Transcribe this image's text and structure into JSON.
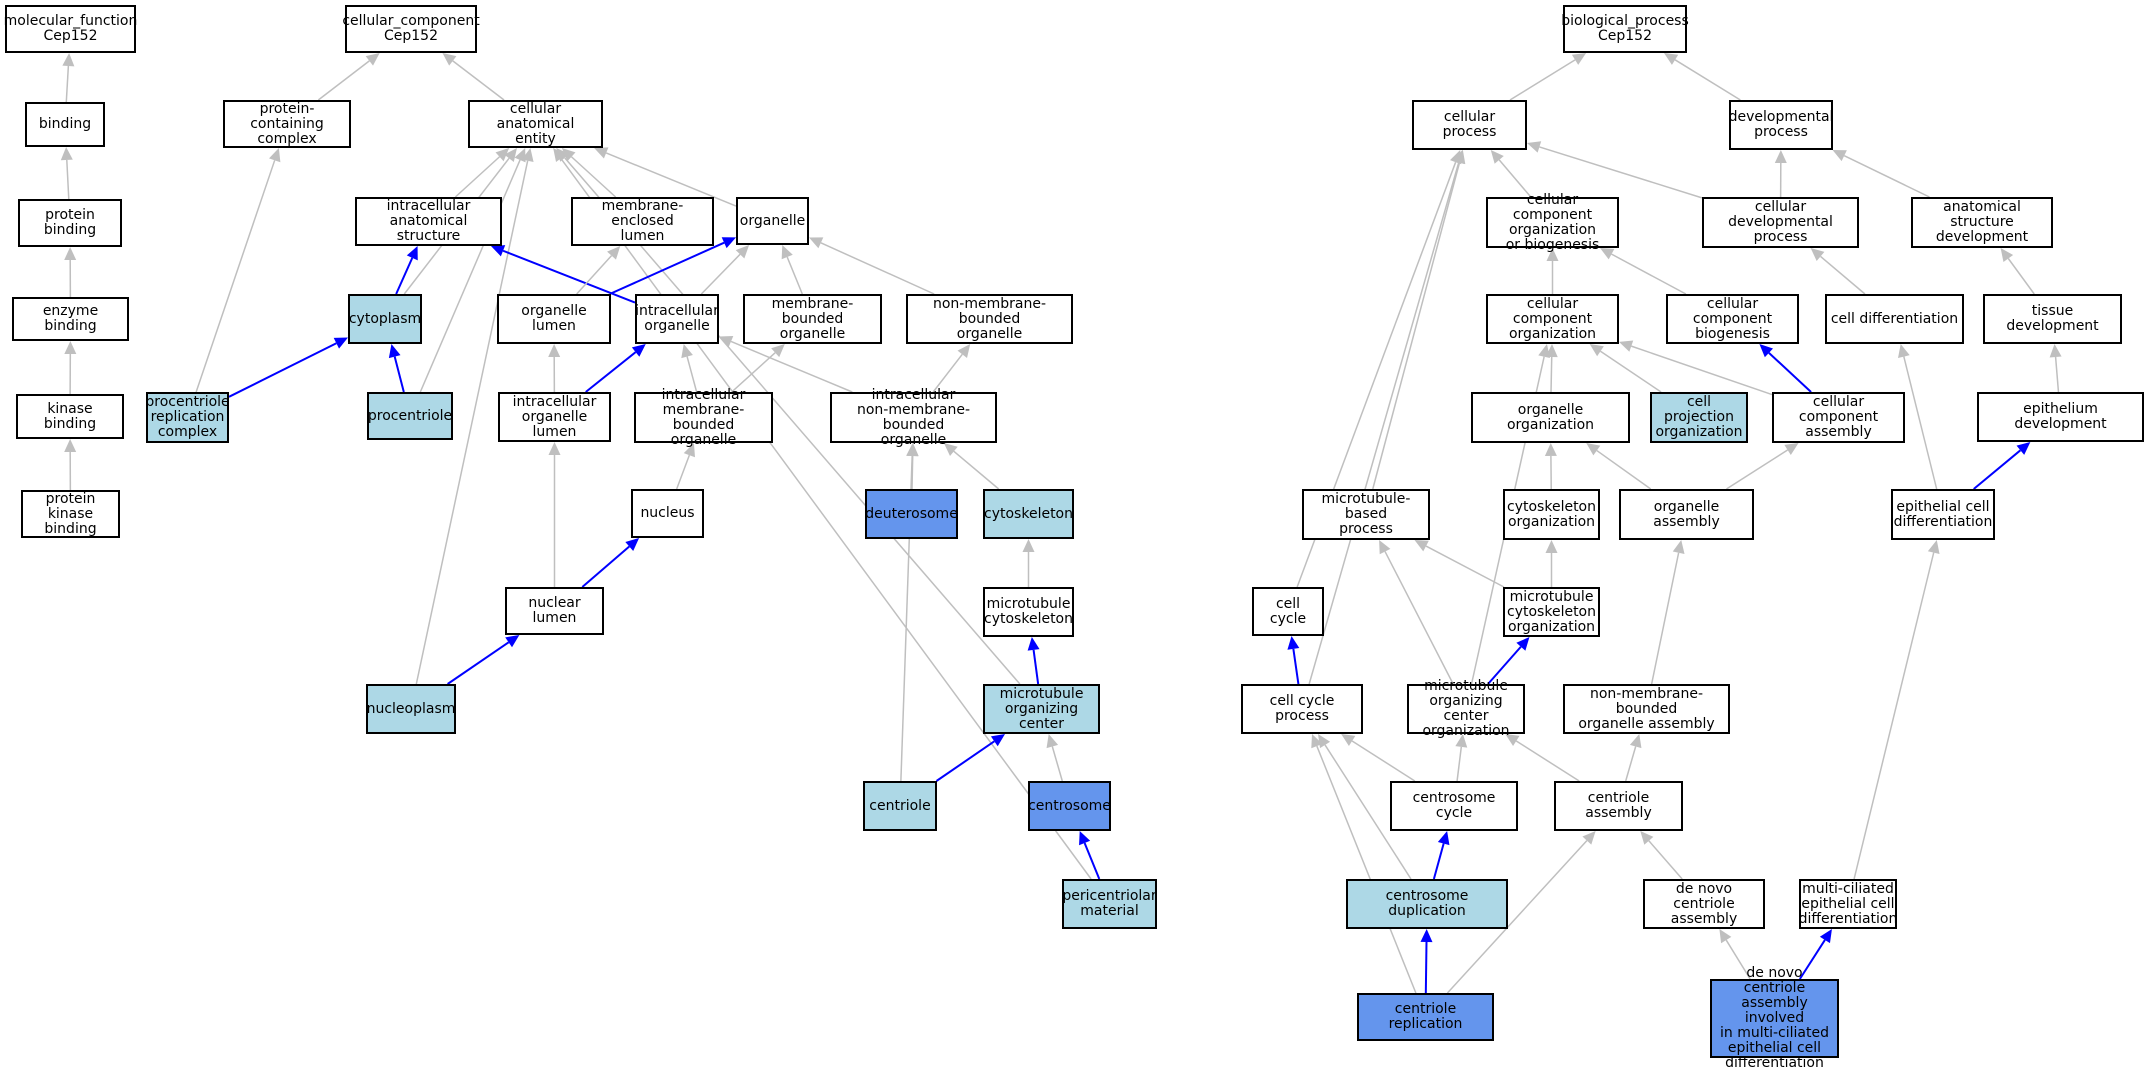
{
  "graph": {
    "colors": {
      "node_default": "#ffffff",
      "node_light": "#add8e6",
      "node_dark": "#6495ed",
      "edge_grey": "#bfbfbf",
      "edge_blue": "#0000ff"
    },
    "nodes": {
      "mf_root": {
        "label": "molecular_function\nCep152",
        "style": "plain"
      },
      "binding": {
        "label": "binding",
        "style": "plain"
      },
      "protein_binding": {
        "label": "protein binding",
        "style": "dark"
      },
      "enzyme_binding": {
        "label": "enzyme binding",
        "style": "plain"
      },
      "kinase_binding": {
        "label": "kinase binding",
        "style": "plain"
      },
      "protein_kinase_binding": {
        "label": "protein kinase\nbinding",
        "style": "light"
      },
      "cc_root": {
        "label": "cellular_component\nCep152",
        "style": "plain"
      },
      "protein_containing_complex": {
        "label": "protein-containing\ncomplex",
        "style": "plain"
      },
      "cellular_anatomical_entity": {
        "label": "cellular anatomical\nentity",
        "style": "plain"
      },
      "intracellular_anatomical_structure": {
        "label": "intracellular\nanatomical structure",
        "style": "plain"
      },
      "membrane_enclosed_lumen": {
        "label": "membrane-enclosed\nlumen",
        "style": "plain"
      },
      "organelle": {
        "label": "organelle",
        "style": "plain"
      },
      "cytoplasm": {
        "label": "cytoplasm",
        "style": "light"
      },
      "organelle_lumen": {
        "label": "organelle lumen",
        "style": "plain"
      },
      "intracellular_organelle": {
        "label": "intracellular\norganelle",
        "style": "plain"
      },
      "membrane_bounded_organelle": {
        "label": "membrane-bounded\norganelle",
        "style": "plain"
      },
      "non_membrane_bounded_organelle": {
        "label": "non-membrane-bounded\norganelle",
        "style": "plain"
      },
      "procentriole_replication_complex": {
        "label": "procentriole\nreplication\ncomplex",
        "style": "light"
      },
      "procentriole": {
        "label": "procentriole",
        "style": "light"
      },
      "intracellular_organelle_lumen": {
        "label": "intracellular\norganelle lumen",
        "style": "plain"
      },
      "intracellular_membrane_bounded_organelle": {
        "label": "intracellular\nmembrane-bounded\norganelle",
        "style": "plain"
      },
      "intracellular_non_membrane_bounded_organelle": {
        "label": "intracellular\nnon-membrane-bounded\norganelle",
        "style": "plain"
      },
      "nucleus": {
        "label": "nucleus",
        "style": "plain"
      },
      "deuterosome": {
        "label": "deuterosome",
        "style": "dark"
      },
      "cytoskeleton": {
        "label": "cytoskeleton",
        "style": "light"
      },
      "nuclear_lumen": {
        "label": "nuclear lumen",
        "style": "plain"
      },
      "microtubule_cytoskeleton": {
        "label": "microtubule\ncytoskeleton",
        "style": "plain"
      },
      "nucleoplasm": {
        "label": "nucleoplasm",
        "style": "light"
      },
      "microtubule_organizing_center": {
        "label": "microtubule\norganizing center",
        "style": "light"
      },
      "centriole": {
        "label": "centriole",
        "style": "light"
      },
      "centrosome": {
        "label": "centrosome",
        "style": "dark"
      },
      "pericentriolar_material": {
        "label": "pericentriolar\nmaterial",
        "style": "light"
      },
      "bp_root": {
        "label": "biological_process\nCep152",
        "style": "plain"
      },
      "cellular_process": {
        "label": "cellular process",
        "style": "plain"
      },
      "developmental_process": {
        "label": "developmental\nprocess",
        "style": "plain"
      },
      "cc_org_or_biogenesis": {
        "label": "cellular component\norganization\nor biogenesis",
        "style": "plain"
      },
      "cellular_developmental_process": {
        "label": "cellular developmental\nprocess",
        "style": "plain"
      },
      "anatomical_structure_development": {
        "label": "anatomical structure\ndevelopment",
        "style": "plain"
      },
      "cc_organization": {
        "label": "cellular component\norganization",
        "style": "plain"
      },
      "cc_biogenesis": {
        "label": "cellular component\nbiogenesis",
        "style": "plain"
      },
      "cell_differentiation": {
        "label": "cell differentiation",
        "style": "plain"
      },
      "tissue_development": {
        "label": "tissue development",
        "style": "plain"
      },
      "organelle_organization": {
        "label": "organelle organization",
        "style": "plain"
      },
      "cell_projection_organization": {
        "label": "cell projection\norganization",
        "style": "light"
      },
      "cc_assembly": {
        "label": "cellular component\nassembly",
        "style": "plain"
      },
      "epithelium_development": {
        "label": "epithelium development",
        "style": "plain"
      },
      "microtubule_based_process": {
        "label": "microtubule-based\nprocess",
        "style": "plain"
      },
      "cytoskeleton_organization": {
        "label": "cytoskeleton\norganization",
        "style": "plain"
      },
      "organelle_assembly": {
        "label": "organelle assembly",
        "style": "plain"
      },
      "epithelial_cell_differentiation": {
        "label": "epithelial cell\ndifferentiation",
        "style": "plain"
      },
      "cell_cycle": {
        "label": "cell cycle",
        "style": "plain"
      },
      "mt_cytoskeleton_organization": {
        "label": "microtubule\ncytoskeleton\norganization",
        "style": "plain"
      },
      "cell_cycle_process": {
        "label": "cell cycle process",
        "style": "plain"
      },
      "mtoc_organization": {
        "label": "microtubule\norganizing center\norganization",
        "style": "plain"
      },
      "nmbo_assembly": {
        "label": "non-membrane-bounded\norganelle assembly",
        "style": "plain"
      },
      "centrosome_cycle": {
        "label": "centrosome cycle",
        "style": "plain"
      },
      "centriole_assembly": {
        "label": "centriole assembly",
        "style": "plain"
      },
      "centrosome_duplication": {
        "label": "centrosome duplication",
        "style": "light"
      },
      "de_novo_centriole_assembly": {
        "label": "de novo centriole\nassembly",
        "style": "plain"
      },
      "multiciliated_epithelial_cell_differentiation": {
        "label": "multi-ciliated\nepithelial cell\ndifferentiation",
        "style": "plain"
      },
      "centriole_replication": {
        "label": "centriole replication",
        "style": "dark"
      },
      "de_novo_centriole_assembly_multiciliated": {
        "label": "de novo centriole\nassembly involved\nin multi-ciliated\nepithelial cell\ndifferentiation",
        "style": "dark"
      }
    },
    "edges": [
      {
        "from": "binding",
        "to": "mf_root",
        "color": "grey"
      },
      {
        "from": "protein_binding",
        "to": "binding",
        "color": "grey"
      },
      {
        "from": "enzyme_binding",
        "to": "protein_binding",
        "color": "grey"
      },
      {
        "from": "kinase_binding",
        "to": "enzyme_binding",
        "color": "grey"
      },
      {
        "from": "protein_kinase_binding",
        "to": "kinase_binding",
        "color": "grey"
      },
      {
        "from": "protein_containing_complex",
        "to": "cc_root",
        "color": "grey"
      },
      {
        "from": "cellular_anatomical_entity",
        "to": "cc_root",
        "color": "grey"
      },
      {
        "from": "intracellular_anatomical_structure",
        "to": "cellular_anatomical_entity",
        "color": "grey"
      },
      {
        "from": "membrane_enclosed_lumen",
        "to": "cellular_anatomical_entity",
        "color": "grey"
      },
      {
        "from": "organelle",
        "to": "cellular_anatomical_entity",
        "color": "grey"
      },
      {
        "from": "cytoplasm",
        "to": "cellular_anatomical_entity",
        "color": "grey"
      },
      {
        "from": "procentriole",
        "to": "cellular_anatomical_entity",
        "color": "grey"
      },
      {
        "from": "nucleoplasm",
        "to": "cellular_anatomical_entity",
        "color": "grey"
      },
      {
        "from": "microtubule_organizing_center",
        "to": "cellular_anatomical_entity",
        "color": "grey"
      },
      {
        "from": "pericentriolar_material",
        "to": "cellular_anatomical_entity",
        "color": "grey"
      },
      {
        "from": "procentriole_replication_complex",
        "to": "protein_containing_complex",
        "color": "grey"
      },
      {
        "from": "cytoplasm",
        "to": "intracellular_anatomical_structure",
        "color": "blue"
      },
      {
        "from": "intracellular_organelle",
        "to": "intracellular_anatomical_structure",
        "color": "blue"
      },
      {
        "from": "procentriole_replication_complex",
        "to": "cytoplasm",
        "color": "blue"
      },
      {
        "from": "procentriole",
        "to": "cytoplasm",
        "color": "blue"
      },
      {
        "from": "organelle_lumen",
        "to": "membrane_enclosed_lumen",
        "color": "grey"
      },
      {
        "from": "organelle_lumen",
        "to": "organelle",
        "color": "blue"
      },
      {
        "from": "intracellular_organelle",
        "to": "organelle",
        "color": "grey"
      },
      {
        "from": "membrane_bounded_organelle",
        "to": "organelle",
        "color": "grey"
      },
      {
        "from": "non_membrane_bounded_organelle",
        "to": "organelle",
        "color": "grey"
      },
      {
        "from": "intracellular_organelle_lumen",
        "to": "organelle_lumen",
        "color": "grey"
      },
      {
        "from": "intracellular_organelle_lumen",
        "to": "intracellular_organelle",
        "color": "blue"
      },
      {
        "from": "intracellular_membrane_bounded_organelle",
        "to": "intracellular_organelle",
        "color": "grey"
      },
      {
        "from": "intracellular_non_membrane_bounded_organelle",
        "to": "intracellular_organelle",
        "color": "grey"
      },
      {
        "from": "intracellular_membrane_bounded_organelle",
        "to": "membrane_bounded_organelle",
        "color": "grey"
      },
      {
        "from": "intracellular_non_membrane_bounded_organelle",
        "to": "non_membrane_bounded_organelle",
        "color": "grey"
      },
      {
        "from": "nucleus",
        "to": "intracellular_membrane_bounded_organelle",
        "color": "grey"
      },
      {
        "from": "deuterosome",
        "to": "intracellular_non_membrane_bounded_organelle",
        "color": "grey"
      },
      {
        "from": "cytoskeleton",
        "to": "intracellular_non_membrane_bounded_organelle",
        "color": "grey"
      },
      {
        "from": "centriole",
        "to": "intracellular_non_membrane_bounded_organelle",
        "color": "grey"
      },
      {
        "from": "nuclear_lumen",
        "to": "intracellular_organelle_lumen",
        "color": "grey"
      },
      {
        "from": "nuclear_lumen",
        "to": "nucleus",
        "color": "blue"
      },
      {
        "from": "nucleoplasm",
        "to": "nuclear_lumen",
        "color": "blue"
      },
      {
        "from": "microtubule_cytoskeleton",
        "to": "cytoskeleton",
        "color": "grey"
      },
      {
        "from": "microtubule_organizing_center",
        "to": "microtubule_cytoskeleton",
        "color": "blue"
      },
      {
        "from": "centriole",
        "to": "microtubule_organizing_center",
        "color": "blue"
      },
      {
        "from": "centrosome",
        "to": "microtubule_organizing_center",
        "color": "grey"
      },
      {
        "from": "pericentriolar_material",
        "to": "centrosome",
        "color": "blue"
      },
      {
        "from": "cellular_process",
        "to": "bp_root",
        "color": "grey"
      },
      {
        "from": "developmental_process",
        "to": "bp_root",
        "color": "grey"
      },
      {
        "from": "cc_org_or_biogenesis",
        "to": "cellular_process",
        "color": "grey"
      },
      {
        "from": "cellular_developmental_process",
        "to": "cellular_process",
        "color": "grey"
      },
      {
        "from": "cellular_developmental_process",
        "to": "developmental_process",
        "color": "grey"
      },
      {
        "from": "anatomical_structure_development",
        "to": "developmental_process",
        "color": "grey"
      },
      {
        "from": "microtubule_based_process",
        "to": "cellular_process",
        "color": "grey"
      },
      {
        "from": "cell_cycle",
        "to": "cellular_process",
        "color": "grey"
      },
      {
        "from": "cell_cycle_process",
        "to": "cellular_process",
        "color": "grey"
      },
      {
        "from": "cc_organization",
        "to": "cc_org_or_biogenesis",
        "color": "grey"
      },
      {
        "from": "cc_biogenesis",
        "to": "cc_org_or_biogenesis",
        "color": "grey"
      },
      {
        "from": "cell_differentiation",
        "to": "cellular_developmental_process",
        "color": "grey"
      },
      {
        "from": "tissue_development",
        "to": "anatomical_structure_development",
        "color": "grey"
      },
      {
        "from": "organelle_organization",
        "to": "cc_organization",
        "color": "grey"
      },
      {
        "from": "cell_projection_organization",
        "to": "cc_organization",
        "color": "grey"
      },
      {
        "from": "cc_assembly",
        "to": "cc_organization",
        "color": "grey"
      },
      {
        "from": "mtoc_organization",
        "to": "cc_organization",
        "color": "grey"
      },
      {
        "from": "cc_assembly",
        "to": "cc_biogenesis",
        "color": "blue"
      },
      {
        "from": "epithelium_development",
        "to": "tissue_development",
        "color": "grey"
      },
      {
        "from": "epithelial_cell_differentiation",
        "to": "cell_differentiation",
        "color": "grey"
      },
      {
        "from": "epithelial_cell_differentiation",
        "to": "epithelium_development",
        "color": "blue"
      },
      {
        "from": "cytoskeleton_organization",
        "to": "organelle_organization",
        "color": "grey"
      },
      {
        "from": "organelle_assembly",
        "to": "organelle_organization",
        "color": "grey"
      },
      {
        "from": "organelle_assembly",
        "to": "cc_assembly",
        "color": "grey"
      },
      {
        "from": "mt_cytoskeleton_organization",
        "to": "cytoskeleton_organization",
        "color": "grey"
      },
      {
        "from": "mt_cytoskeleton_organization",
        "to": "microtubule_based_process",
        "color": "grey"
      },
      {
        "from": "mtoc_organization",
        "to": "microtubule_based_process",
        "color": "grey"
      },
      {
        "from": "mtoc_organization",
        "to": "mt_cytoskeleton_organization",
        "color": "blue"
      },
      {
        "from": "cell_cycle_process",
        "to": "cell_cycle",
        "color": "blue"
      },
      {
        "from": "nmbo_assembly",
        "to": "organelle_assembly",
        "color": "grey"
      },
      {
        "from": "centrosome_cycle",
        "to": "cell_cycle_process",
        "color": "grey"
      },
      {
        "from": "centrosome_cycle",
        "to": "mtoc_organization",
        "color": "grey"
      },
      {
        "from": "centriole_assembly",
        "to": "mtoc_organization",
        "color": "grey"
      },
      {
        "from": "centriole_assembly",
        "to": "nmbo_assembly",
        "color": "grey"
      },
      {
        "from": "centrosome_duplication",
        "to": "cell_cycle_process",
        "color": "grey"
      },
      {
        "from": "centrosome_duplication",
        "to": "centrosome_cycle",
        "color": "blue"
      },
      {
        "from": "de_novo_centriole_assembly",
        "to": "centriole_assembly",
        "color": "grey"
      },
      {
        "from": "multiciliated_epithelial_cell_differentiation",
        "to": "epithelial_cell_differentiation",
        "color": "grey"
      },
      {
        "from": "centriole_replication",
        "to": "centrosome_duplication",
        "color": "blue"
      },
      {
        "from": "centriole_replication",
        "to": "centriole_assembly",
        "color": "grey"
      },
      {
        "from": "centriole_replication",
        "to": "cell_cycle_process",
        "color": "grey"
      },
      {
        "from": "de_novo_centriole_assembly_multiciliated",
        "to": "de_novo_centriole_assembly",
        "color": "grey"
      },
      {
        "from": "de_novo_centriole_assembly_multiciliated",
        "to": "multiciliated_epithelial_cell_differentiation",
        "color": "blue"
      }
    ]
  }
}
